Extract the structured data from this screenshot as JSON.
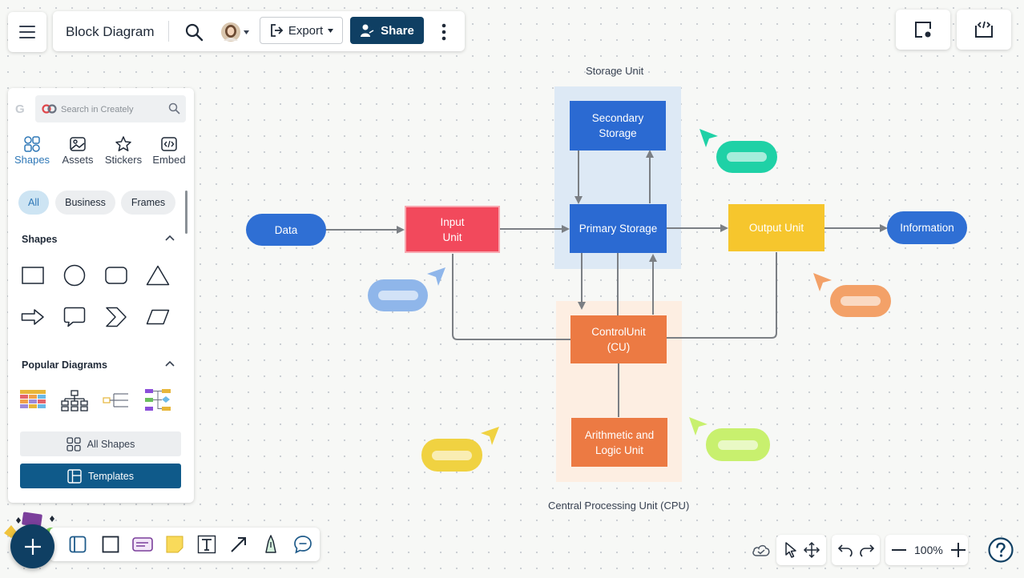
{
  "header": {
    "doc_title": "Block Diagram",
    "export_label": "Export",
    "share_label": "Share"
  },
  "left_panel": {
    "search_placeholder": "Search in Creately",
    "tabs": [
      {
        "label": "Shapes",
        "icon": "shapes-icon"
      },
      {
        "label": "Assets",
        "icon": "image-icon"
      },
      {
        "label": "Stickers",
        "icon": "star-icon"
      },
      {
        "label": "Embed",
        "icon": "code-icon"
      }
    ],
    "filters": [
      "All",
      "Business",
      "Frames"
    ],
    "shapes_title": "Shapes",
    "popular_title": "Popular Diagrams",
    "all_shapes_label": "All Shapes",
    "templates_label": "Templates"
  },
  "diagram": {
    "storage_label": "Storage Unit",
    "cpu_label": "Central Processing Unit (CPU)",
    "nodes": {
      "data": "Data",
      "input": "Input\nUnit",
      "secondary": "Secondary\nStorage",
      "primary": "Primary Storage",
      "output": "Output Unit",
      "information": "Information",
      "control": "ControlUnit\n(CU)",
      "alu": "Arithmetic and\nLogic Unit"
    },
    "colors": {
      "pill_blue": "#2f6fd4",
      "storage_blue": "#2b6ad2",
      "input_red": "#f2495c",
      "output_yellow": "#f6c62d",
      "cpu_orange": "#ec7a43",
      "storage_bg": "#dde9f5",
      "cpu_bg": "#fdeee2",
      "connector": "#7b7f84",
      "cursor_teal": "#1fd1a6",
      "cursor_blue": "#8fb6ea",
      "cursor_orange": "#f3a168",
      "cursor_yellow": "#f0d241",
      "cursor_green": "#c8f06e"
    }
  },
  "bottom": {
    "zoom": "100%"
  }
}
